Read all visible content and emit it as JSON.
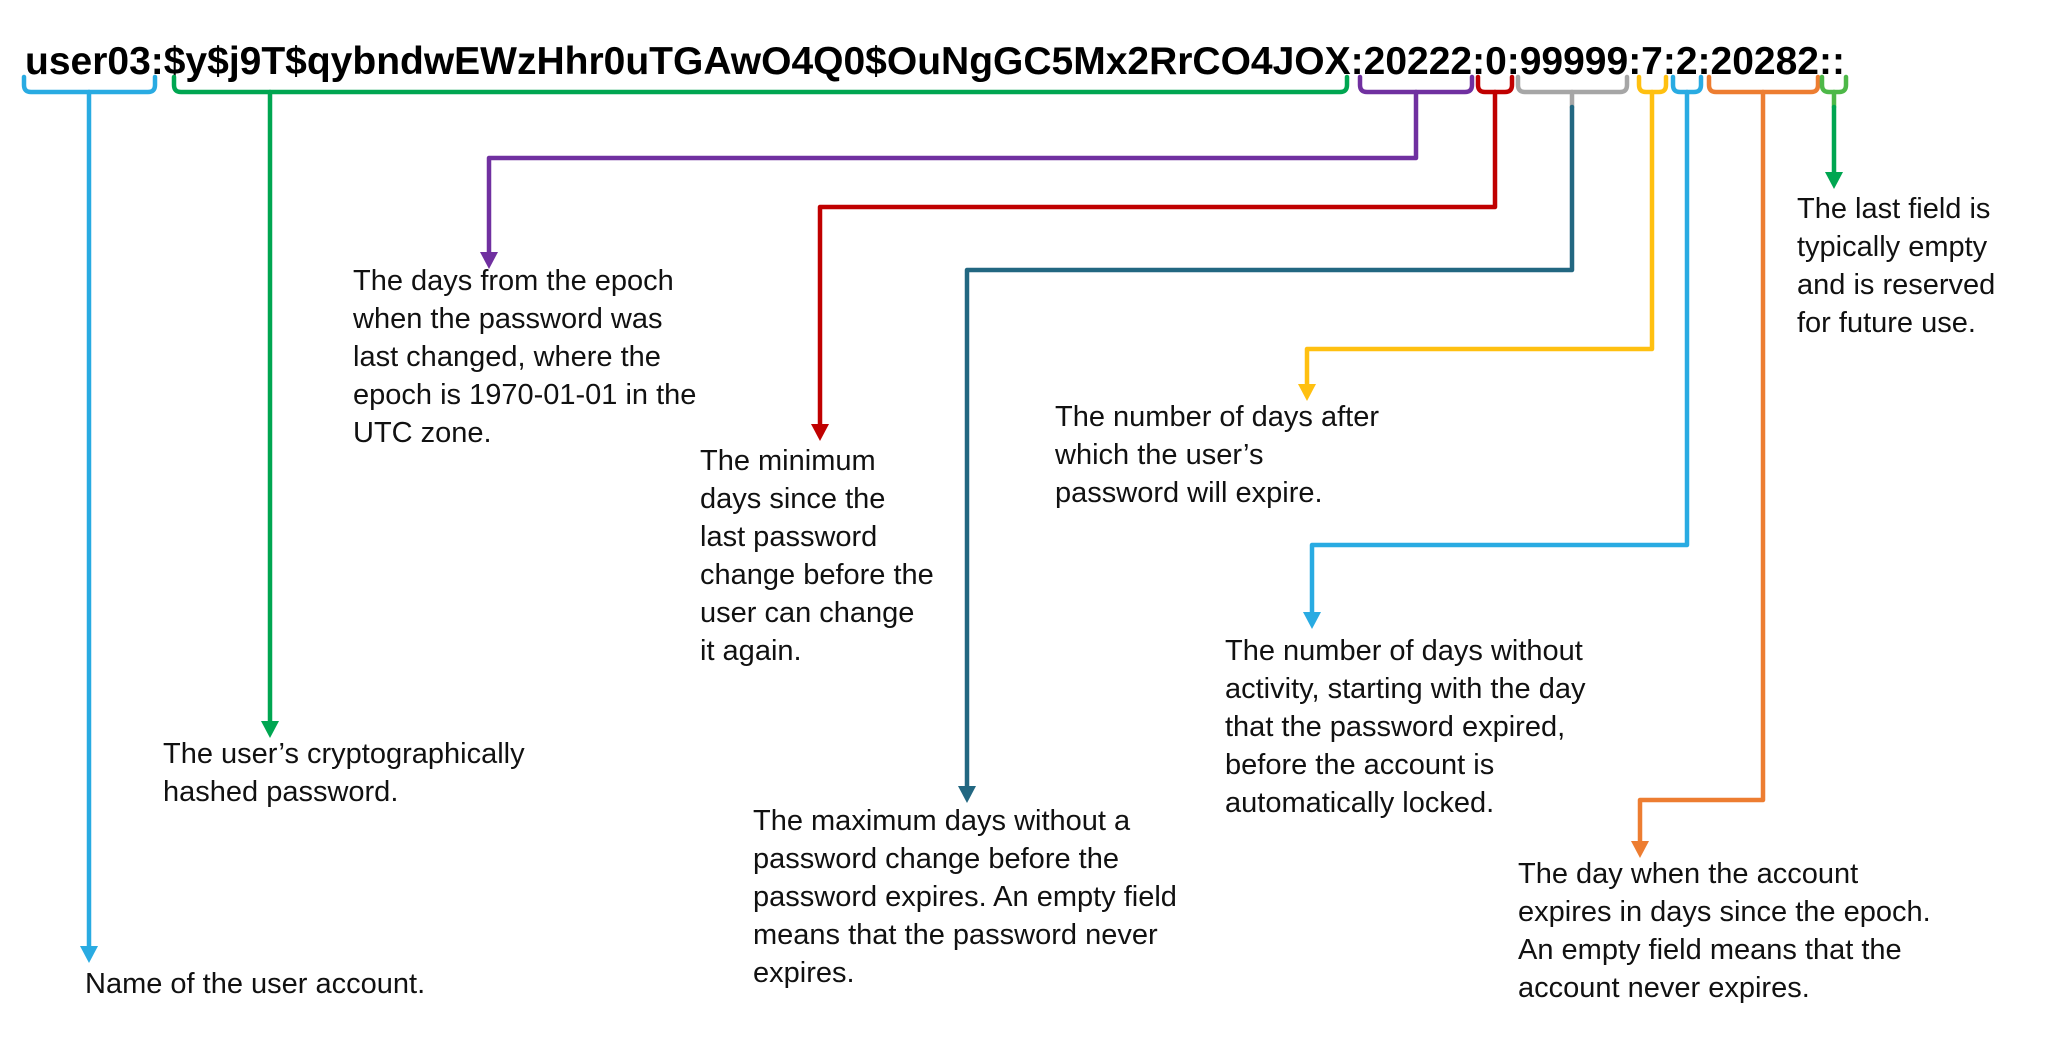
{
  "entry": {
    "line": "user03:$y$j9T$qybndwEWzHhr0uTGAwO4Q0$OuNgGC5Mx2RrCO4JOX:20222:0:99999:7:2:20282::",
    "fields": [
      {
        "name": "username",
        "value": "user03",
        "color": "#29ABE2"
      },
      {
        "name": "password-hash",
        "value": "$y$j9T$qybndwEWzHhr0uTGAwO4Q0$OuNgGC5Mx2RrCO4JOX",
        "color": "#00A651"
      },
      {
        "name": "last-password-change",
        "value": "20222",
        "color": "#7030A0"
      },
      {
        "name": "min-days",
        "value": "0",
        "color": "#C00000"
      },
      {
        "name": "max-days",
        "value": "99999",
        "color": "#A6A6A6",
        "connector_color": "#226781"
      },
      {
        "name": "warn-days",
        "value": "7",
        "color": "#FFC010"
      },
      {
        "name": "inactive-days",
        "value": "2",
        "color": "#29ABE2"
      },
      {
        "name": "account-expire",
        "value": "20282",
        "color": "#ED7D31"
      },
      {
        "name": "reserved",
        "value": "",
        "color": "#4DB848",
        "connector_color": "#00A651"
      }
    ]
  },
  "annotations": {
    "username": {
      "text": "Name of the user account.",
      "color": "#29ABE2"
    },
    "password_hash": {
      "text": "The user’s cryptographically\nhashed password.",
      "color": "#00A651"
    },
    "last_change": {
      "text": "The days from the epoch\nwhen the password was\nlast changed, where the\nepoch is 1970-01-01 in the\nUTC zone.",
      "color": "#7030A0"
    },
    "min_days": {
      "text": "The minimum\ndays since the\nlast password\nchange before the\nuser can change\nit again.",
      "color": "#C00000"
    },
    "max_days": {
      "text": "The maximum days without a\npassword change before the\npassword expires. An empty field\nmeans that the password never\nexpires.",
      "color": "#226781"
    },
    "warn_days": {
      "text": "The number of days after\nwhich the user’s\npassword will expire.",
      "color": "#FFC010"
    },
    "inactive_days": {
      "text": "The number of days without\nactivity, starting with the day\nthat the password expired,\nbefore the account is\nautomatically locked.",
      "color": "#29ABE2"
    },
    "account_expire": {
      "text": "The day when the account\nexpires in days since the epoch.\nAn empty field means that the\naccount never expires.",
      "color": "#ED7D31"
    },
    "reserved": {
      "text": "The last field is\ntypically empty\nand is reserved\nfor future use.",
      "color": "#4DB848"
    }
  },
  "colors": {
    "text": "#111111",
    "title": "#000000",
    "light_blue": "#29ABE2",
    "green": "#00A651",
    "light_green": "#4DB848",
    "purple": "#7030A0",
    "dark_red": "#C00000",
    "gray": "#A6A6A6",
    "dark_teal": "#226781",
    "gold": "#FFC010",
    "orange": "#ED7D31"
  }
}
